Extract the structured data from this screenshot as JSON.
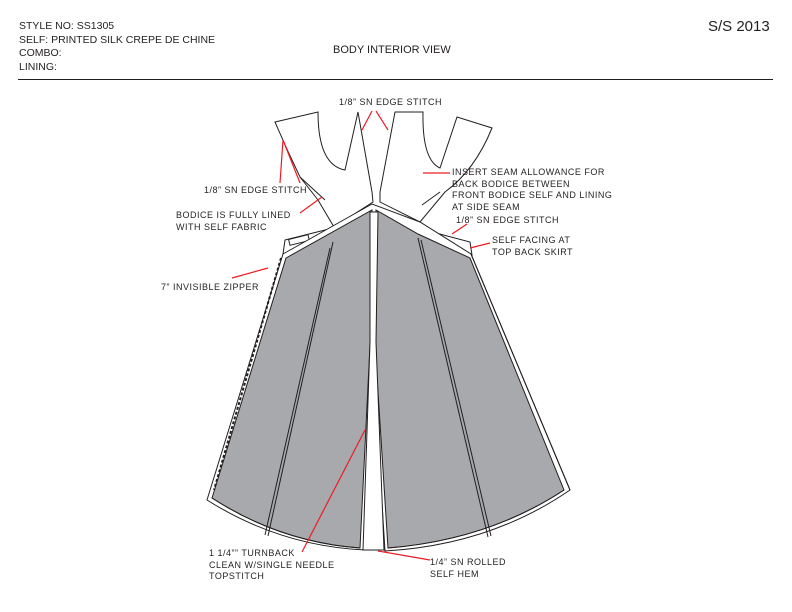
{
  "header": {
    "style_no": "STYLE NO: SS1305",
    "self": "SELF: PRINTED SILK CREPE DE CHINE",
    "combo": "COMBO:",
    "lining": "LINING:",
    "view_title": "BODY INTERIOR VIEW",
    "season": "S/S 2013"
  },
  "callouts": {
    "top_edge_stitch": "1/8” SN EDGE STITCH",
    "left_edge_stitch": "1/8” SN EDGE STITCH",
    "bodice_lined": [
      "BODICE IS FULLY LINED",
      "WITH SELF FABRIC"
    ],
    "insert_seam": [
      "INSERT SEAM ALLOWANCE FOR",
      "BACK BODICE BETWEEN",
      "FRONT BODICE SELF AND LINING",
      "AT SIDE SEAM"
    ],
    "right_edge_stitch": "1/8” SN EDGE STITCH",
    "self_facing": [
      "SELF FACING AT",
      "TOP BACK SKIRT"
    ],
    "zipper": "7” INVISIBLE ZIPPER",
    "turnback": [
      "1 1/4”” TURNBACK",
      "CLEAN W/SINGLE NEEDLE",
      "TOPSTITCH"
    ],
    "rolled_hem": [
      "1/4” SN ROLLED",
      "SELF HEM"
    ]
  },
  "colors": {
    "lining_fill": "#a7a9ac",
    "line": "#231f20",
    "callout": "#ed1c24"
  }
}
